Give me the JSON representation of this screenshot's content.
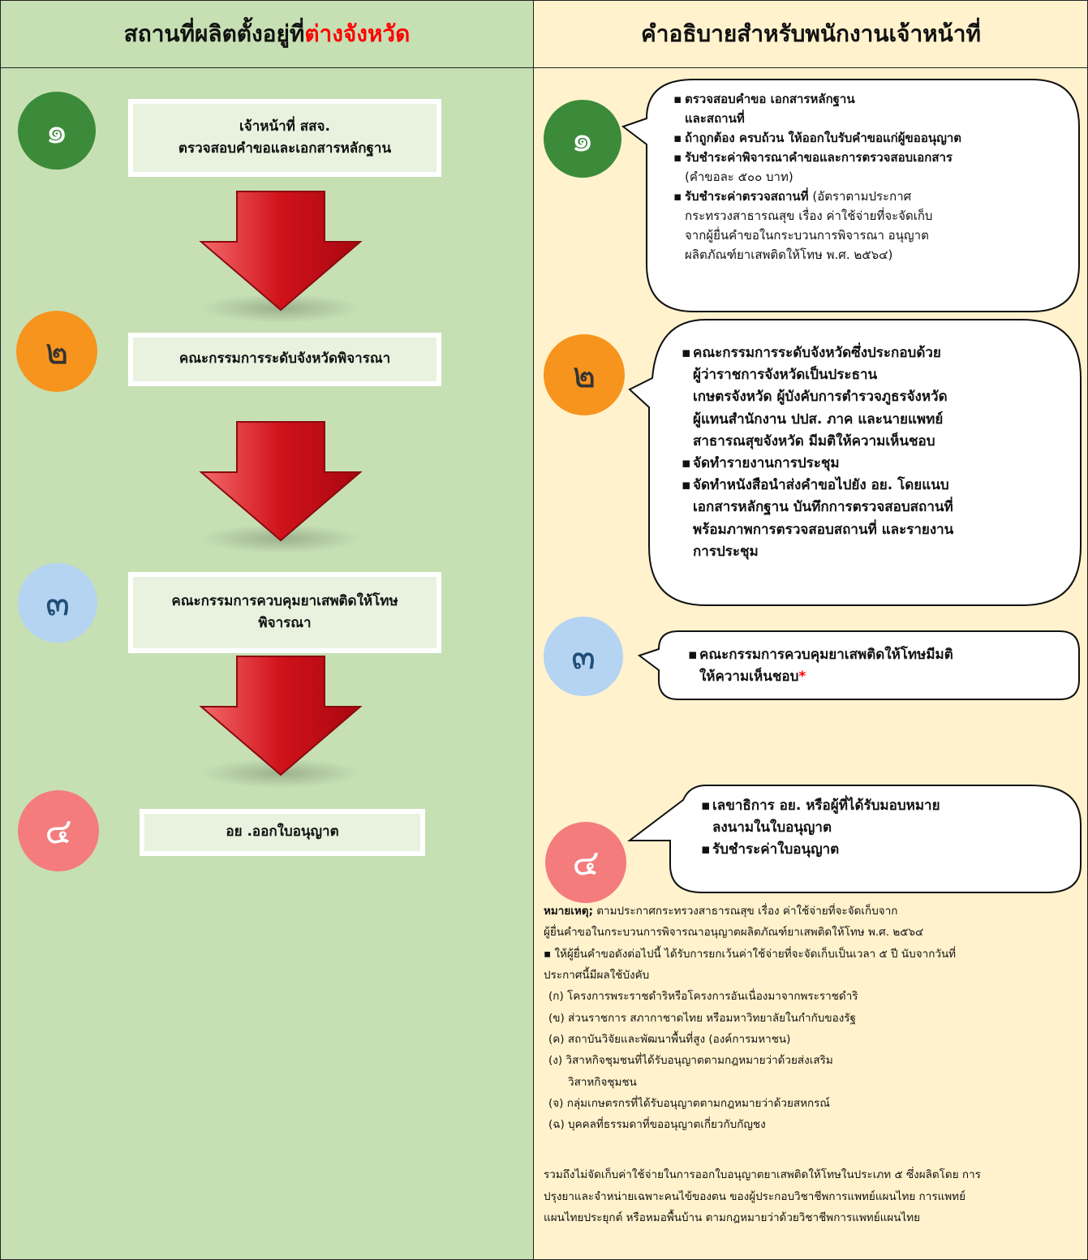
{
  "header": {
    "left_prefix": "สถานที่ผลิตตั้งอยู่ที่",
    "left_highlight": "ต่างจังหวัด",
    "right": "คำอธิบายสำหรับพนักงานเจ้าหน้าที่"
  },
  "numbers": {
    "n1": "๑",
    "n2": "๒",
    "n3": "๓",
    "n4": "๔"
  },
  "steps": {
    "s1_line1": "เจ้าหน้าที่ สสจ.",
    "s1_line2": "ตรวจสอบคำขอและเอกสารหลักฐาน",
    "s2": "คณะกรรมการระดับจังหวัดพิจารณา",
    "s3_line1": "คณะกรรมการควบคุมยาเสพติดให้โทษ",
    "s3_line2": "พิจารณา",
    "s4": "อย .ออกใบอนุญาต"
  },
  "colors": {
    "left_bg": "#c6e0b4",
    "right_bg": "#fff2cc",
    "arrow": "#d0121b",
    "highlight": "#ff0000"
  },
  "bubble1": {
    "i1a": "ตรวจสอบคำขอ เอกสารหลักฐาน",
    "i1b": "และสถานที่",
    "i2": "ถ้าถูกต้อง ครบถ้วน ให้ออกใบรับคำขอแก่ผู้ขออนุญาต",
    "i3": "รับชำระค่าพิจารณาคำขอและการตรวจสอบเอกสาร",
    "i3_sub": "(คำขอละ ๕๐๐ บาท)",
    "i4_bold": "รับชำระค่าตรวจสถานที่",
    "i4_rest": " (อัตราตามประกาศ",
    "i4_l2": "กระทรวงสาธารณสุข เรื่อง ค่าใช้จ่ายที่จะจัดเก็บ",
    "i4_l3": "จากผู้ยื่นคำขอในกระบวนการพิจารณา อนุญาต",
    "i4_l4": "ผลิตภัณฑ์ยาเสพติดให้โทษ พ.ศ. ๒๕๖๔)"
  },
  "bubble2": {
    "i1_l1": "คณะกรรมการระดับจังหวัดซึ่งประกอบด้วย",
    "i1_l2": "ผู้ว่าราชการจังหวัดเป็นประธาน",
    "i1_l3": "เกษตรจังหวัด ผู้บังคับการตำรวจภูธรจังหวัด",
    "i1_l4": "ผู้แทนสำนักงาน ปปส. ภาค และนายแพทย์",
    "i1_l5": "สาธารณสุขจังหวัด มีมติให้ความเห็นชอบ",
    "i2": "จัดทำรายงานการประชุม",
    "i3_l1": "จัดทำหนังสือนำส่งคำขอไปยัง อย. โดยแนบ",
    "i3_l2": "เอกสารหลักฐาน บันทึกการตรวจสอบสถานที่",
    "i3_l3": "พร้อมภาพการตรวจสอบสถานที่ และรายงาน",
    "i3_l4": "การประชุม"
  },
  "bubble3": {
    "l1": "คณะกรรมการควบคุมยาเสพติดให้โทษมีมติ",
    "l2": "ให้ความเห็นชอบ",
    "star": "*"
  },
  "bubble4": {
    "i1_l1": "เลขาธิการ อย. หรือผู้ที่ได้รับมอบหมาย",
    "i1_l2": "ลงนามในใบอนุญาต",
    "i2": "รับชำระค่าใบอนุญาต"
  },
  "note": {
    "title": "หมายเหตุ;",
    "l1": " ตามประกาศกระทรวงสาธารณสุข เรื่อง ค่าใช้จ่ายที่จะจัดเก็บจาก",
    "l2": "ผู้ยื่นคำขอในกระบวนการพิจารณาอนุญาตผลิตภัณฑ์ยาเสพติดให้โทษ พ.ศ. ๒๕๖๔",
    "l3": "▪ ให้ผู้ยื่นคำขอดังต่อไปนี้ ได้รับการยกเว้นค่าใช้จ่ายที่จะจัดเก็บเป็นเวลา ๕ ปี นับจากวันที่",
    "l4": "ประกาศนี้มีผลใช้บังคับ",
    "a": "(ก) โครงการพระราชดำริหรือโครงการอันเนื่องมาจากพระราชดำริ",
    "b": "(ข) ส่วนราชการ  สภากาชาดไทย  หรือมหาวิทยาลัยในกำกับของรัฐ",
    "c": "(ค) สถาบันวิจัยและพัฒนาพื้นที่สูง (องค์การมหาชน)",
    "d1": "(ง) วิสาหกิจชุมชนที่ได้รับอนุญาตตามกฎหมายว่าด้วยส่งเสริม",
    "d2": "วิสาหกิจชุมชน",
    "e": "(จ) กลุ่มเกษตรกรที่ได้รับอนุญาตตามกฎหมายว่าด้วยสหกรณ์",
    "f": "(ฉ) บุคคลที่ธรรมดาที่ขออนุญาตเกี่ยวกับกัญชง",
    "p1": "รวมถึงไม่จัดเก็บค่าใช้จ่ายในการออกใบอนุญาตยาเสพติดให้โทษในประเภท ๕ ซึ่งผลิตโดย การ",
    "p2": "ปรุงยาและจำหน่ายเฉพาะคนไข้ของตน ของผู้ประกอบวิชาชีพการแพทย์แผนไทย การแพทย์",
    "p3": "แผนไทยประยุกต์ หรือหมอพื้นบ้าน ตามกฎหมายว่าด้วยวิชาชีพการแพทย์แผนไทย"
  }
}
